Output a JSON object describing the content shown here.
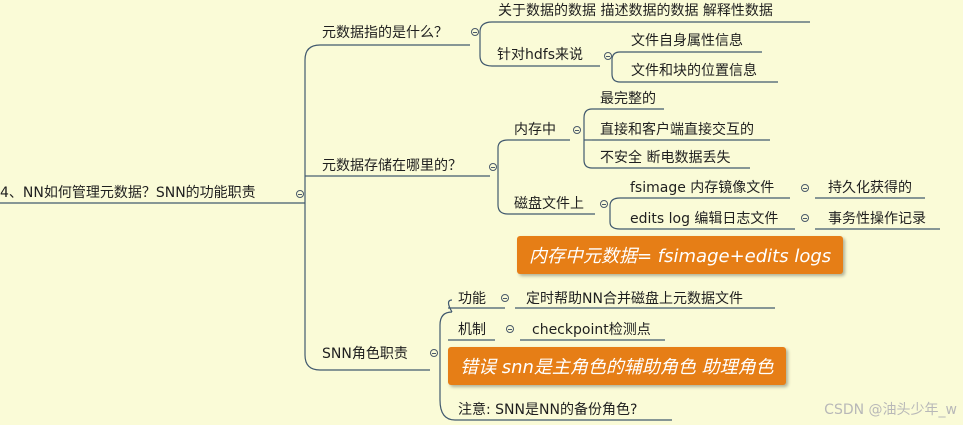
{
  "root": {
    "label": "4、NN如何管理元数据？SNN的功能职责"
  },
  "branch1": {
    "label": "元数据指的是什么？",
    "child1": "关于数据的数据  描述数据的数据 解释性数据",
    "child2": {
      "label": "针对hdfs来说",
      "items": [
        "文件自身属性信息",
        "文件和块的位置信息"
      ]
    }
  },
  "branch2": {
    "label": "元数据存储在哪里的？",
    "memory": {
      "label": "内存中",
      "items": [
        "最完整的",
        "直接和客户端直接交互的",
        "不安全  断电数据丢失"
      ]
    },
    "disk": {
      "label": "磁盘文件上",
      "fsimage": {
        "label": "fsimage  内存镜像文件",
        "note": "持久化获得的"
      },
      "edits": {
        "label": "edits log 编辑日志文件",
        "note": "事务性操作记录"
      }
    },
    "callout": "内存中元数据= fsimage+edits logs"
  },
  "branch3": {
    "label": "SNN角色职责",
    "function": {
      "label": "功能",
      "detail": "定时帮助NN合并磁盘上元数据文件"
    },
    "mechanism": {
      "label": "机制",
      "detail": "checkpoint检测点"
    },
    "callout": "错误    snn是主角色的辅助角色 助理角色",
    "note": "注意:    SNN是NN的备份角色?"
  },
  "watermark": "CSDN @油头少年_w"
}
